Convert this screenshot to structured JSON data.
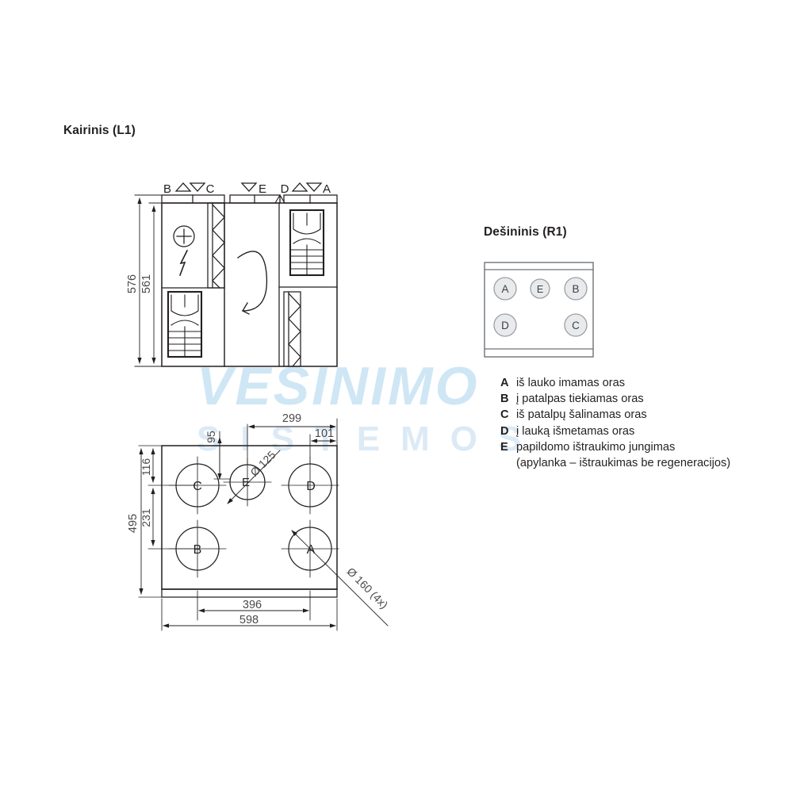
{
  "titles": {
    "left_unit": "Kairinis (L1)",
    "right_unit": "Dešininis (R1)"
  },
  "front_view": {
    "port_labels": {
      "b": "B",
      "c": "C",
      "e": "E",
      "d": "D",
      "a": "A"
    },
    "dimensions": {
      "overall_height": "576",
      "body_height": "561"
    }
  },
  "plan_view": {
    "port_labels": {
      "c": "C",
      "e": "E",
      "d": "D",
      "b": "B",
      "a": "A"
    },
    "dimensions": {
      "top_span": "299",
      "e_offset": "95",
      "d_offset": "101",
      "e_diameter": "Ø 125",
      "main_diameter": "Ø 160 (4x)",
      "left_top": "116",
      "left_mid": "231",
      "overall_depth": "495",
      "inner_width": "396",
      "overall_width": "598"
    }
  },
  "right_unit_view": {
    "ports": [
      {
        "id": "A",
        "label": "A"
      },
      {
        "id": "E",
        "label": "E"
      },
      {
        "id": "B",
        "label": "B"
      },
      {
        "id": "D",
        "label": "D"
      },
      {
        "id": "C",
        "label": "C"
      }
    ]
  },
  "legend": {
    "items": [
      {
        "key": "A",
        "text": "iš lauko imamas oras",
        "cont": ""
      },
      {
        "key": "B",
        "text": "į patalpas tiekiamas oras",
        "cont": ""
      },
      {
        "key": "C",
        "text": "iš patalpų šalinamas oras",
        "cont": ""
      },
      {
        "key": "D",
        "text": "į lauką išmetamas oras",
        "cont": ""
      },
      {
        "key": "E",
        "text": "papildomo ištraukimo jungimas",
        "cont": "(apylanka – ištraukimas be regeneracijos)"
      }
    ]
  },
  "watermark": {
    "line1": "VESINIMO",
    "line2": "SISTEMOS",
    "color": "#cfe6f5"
  },
  "colors": {
    "line": "#231f20",
    "text": "#231f20",
    "circle_fill": "#e9eaec",
    "circle_stroke": "#9aa0a6"
  }
}
